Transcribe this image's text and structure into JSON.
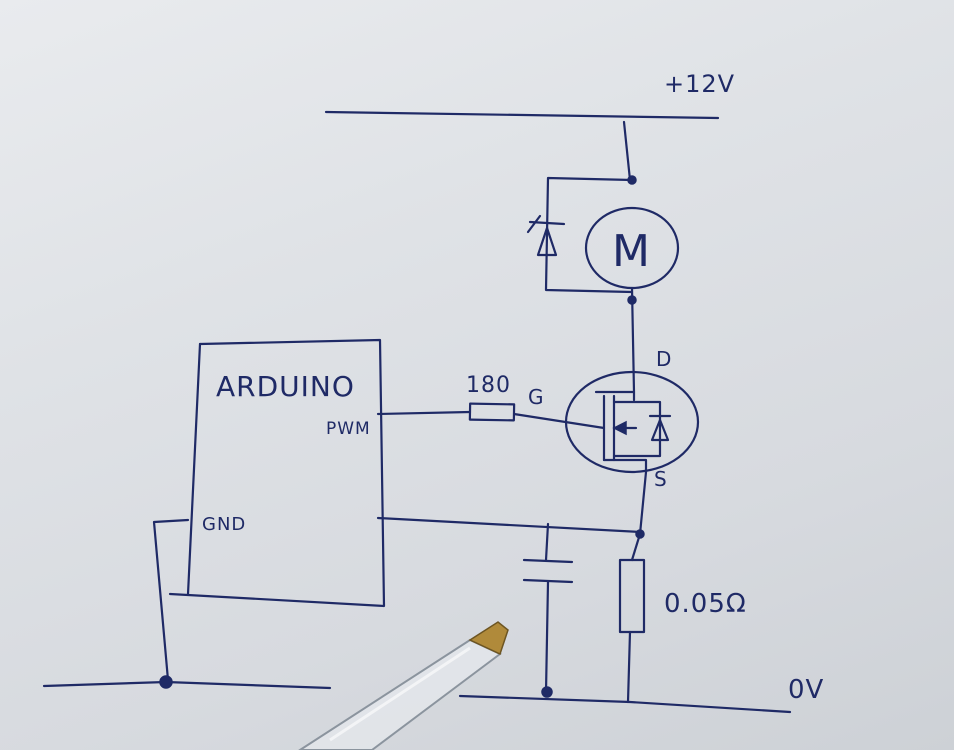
{
  "labels": {
    "supply": "+12V",
    "ground": "0V",
    "mcu_name": "ARDUINO",
    "pwm_pin": "PWM",
    "gnd_pin": "GND",
    "resistor_gate": "180",
    "gate": "G",
    "drain": "D",
    "source": "S",
    "motor": "M",
    "shunt": "0.05Ω"
  }
}
